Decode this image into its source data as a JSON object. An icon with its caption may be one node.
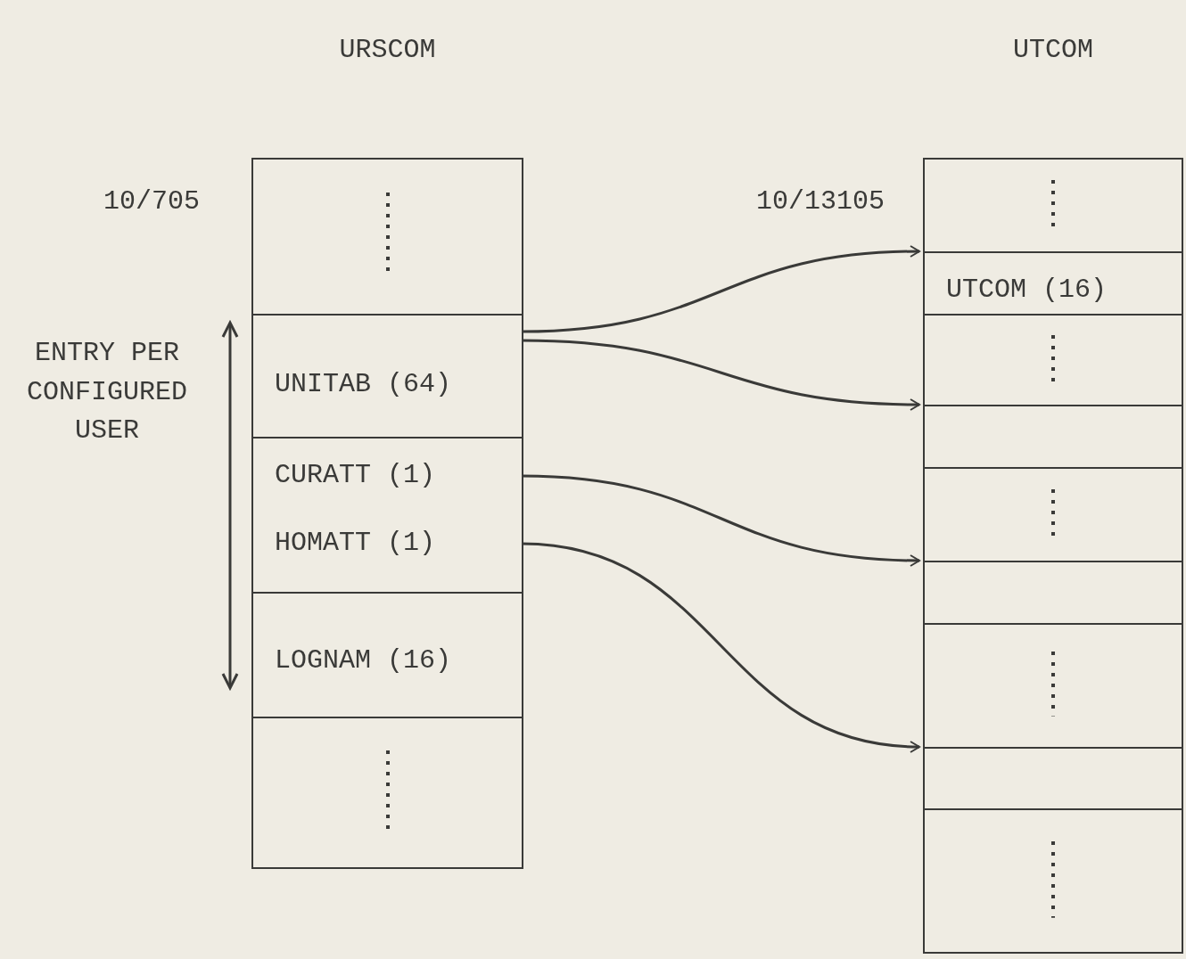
{
  "diagram": {
    "nodes": [
      {
        "text": [
          "URSCOM"
        ]
      },
      {
        "text": [],
        "shape": "box",
        "in": 0
      },
      {
        "text": [
          "UNITAB (64)"
        ],
        "in": 0
      },
      {
        "text": [
          "CURATT (1)",
          "HOMATT (1)"
        ],
        "in": 0
      },
      {
        "text": [
          "LOGNAM (16)"
        ],
        "in": 0
      },
      {
        "text": [],
        "shape": "box",
        "in": 0
      },
      {
        "text": [
          "UTCOM"
        ]
      },
      {
        "text": [],
        "shape": "box",
        "in": 6
      },
      {
        "text": [
          "UTCOM (16)"
        ],
        "in": 6
      },
      {
        "text": [],
        "shape": "box",
        "in": 6
      },
      {
        "text": [],
        "shape": "box",
        "in": 6
      },
      {
        "text": [],
        "shape": "box",
        "in": 6
      },
      {
        "text": [],
        "shape": "box",
        "in": 6
      },
      {
        "text": [],
        "shape": "box",
        "in": 6
      },
      {
        "text": [],
        "shape": "box",
        "in": 6
      },
      {
        "text": [],
        "shape": "box",
        "in": 6
      }
    ],
    "edges": [
      {
        "from": 2,
        "to": 8,
        "arrow": "to"
      },
      {
        "from": 2,
        "to": 10,
        "arrow": "to"
      },
      {
        "from": 3,
        "to": 12,
        "arrow": "to"
      },
      {
        "from": 3,
        "to": 14,
        "arrow": "to"
      }
    ],
    "labels": [
      "10/705",
      "ENTRY PER CONFIGURED USER",
      "10/13105"
    ]
  }
}
